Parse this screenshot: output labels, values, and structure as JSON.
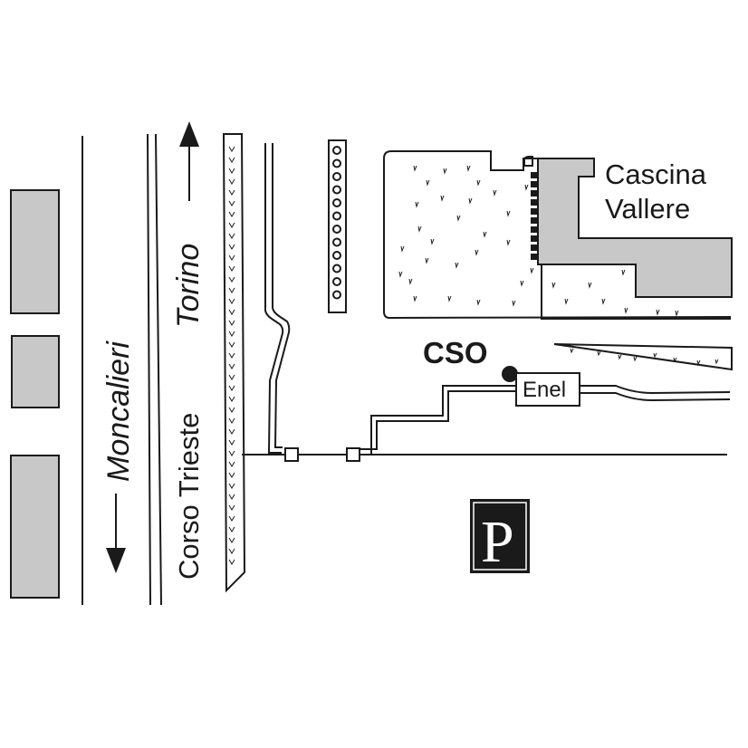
{
  "labels": {
    "city_south": "Moncalieri",
    "city_north": "Torino",
    "street": "Corso Trieste",
    "farm_line1": "Cascina",
    "farm_line2": "Vallere",
    "site": "CSO",
    "utility": "Enel",
    "parking": "P"
  },
  "colors": {
    "ink": "#1a1a1a",
    "building_fill": "#c8c8c8",
    "parking_bg": "#1a1a1a",
    "parking_text": "#ffffff",
    "background": "#ffffff"
  },
  "icons": [
    "arrow-north-icon",
    "arrow-south-icon",
    "location-dot-icon",
    "parking-icon"
  ]
}
